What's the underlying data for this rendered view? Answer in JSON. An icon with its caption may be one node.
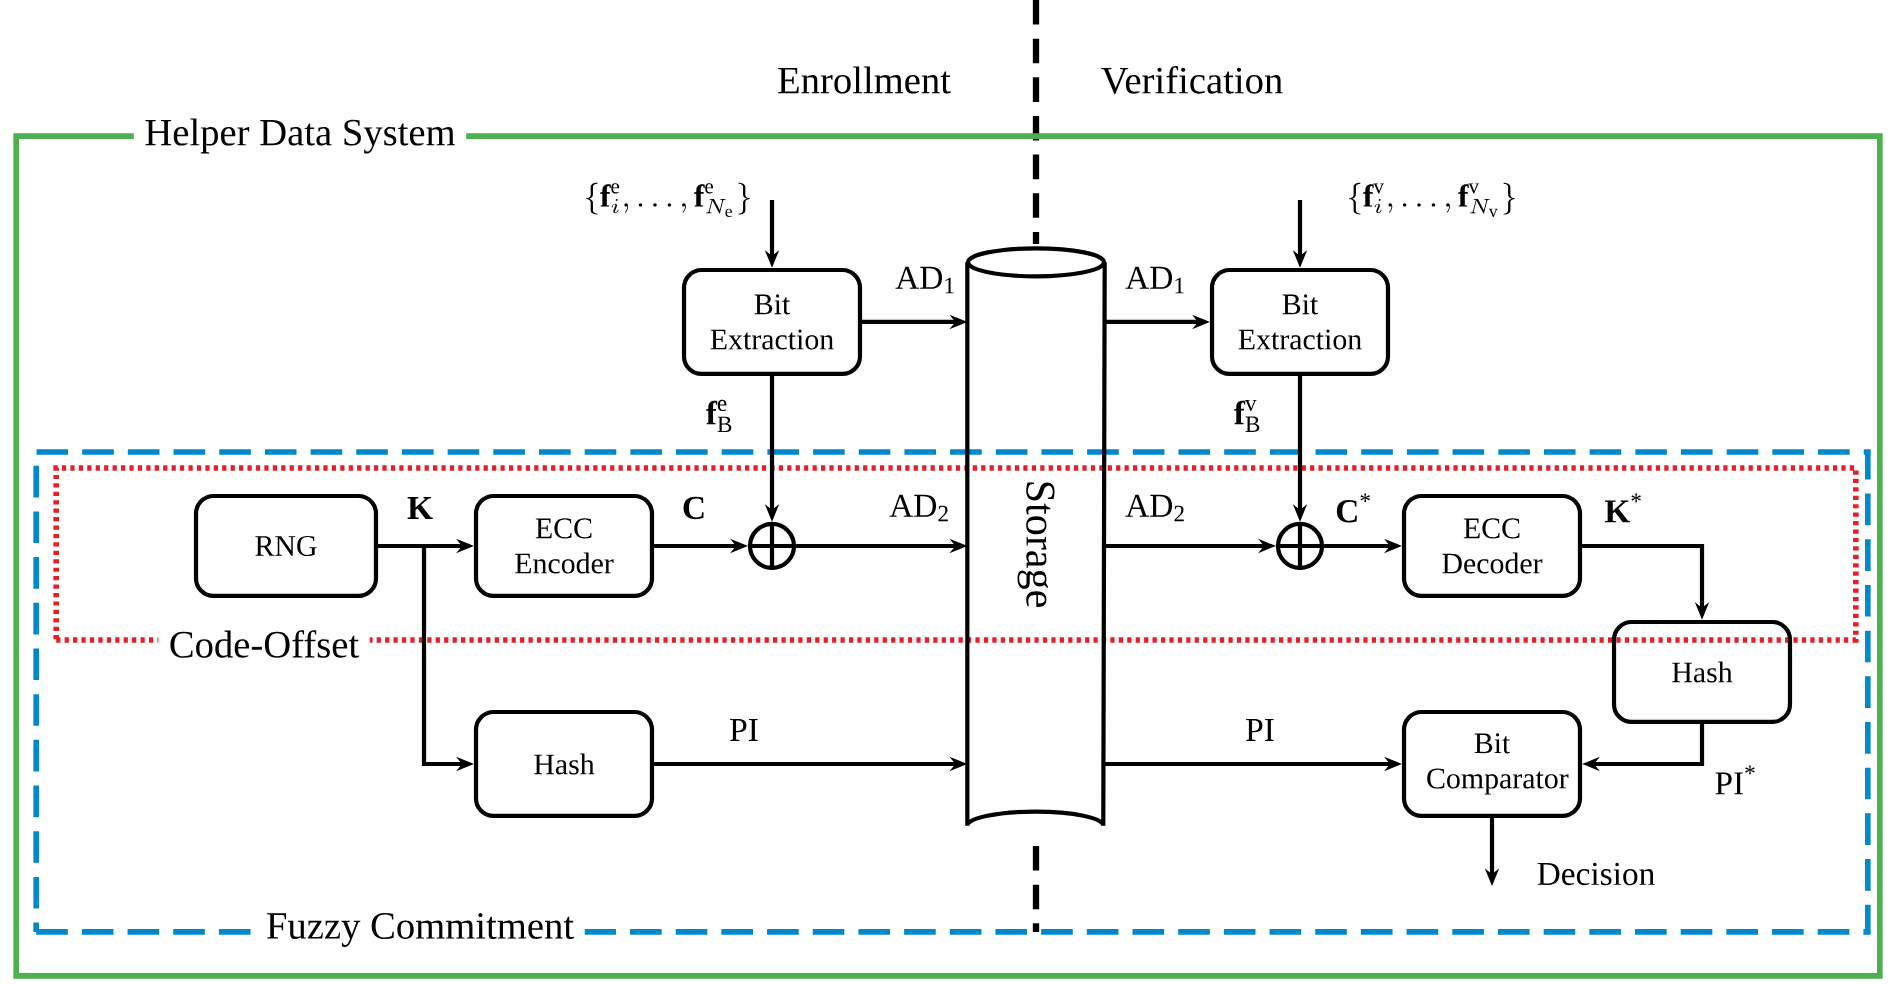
{
  "diagram": {
    "nodes": [
      {
        "text": [
          "Helper Data System"
        ]
      },
      {
        "text": [
          "Fuzzy Commitment"
        ],
        "in": 0
      },
      {
        "text": [
          "Code-Offset"
        ],
        "in": 1
      },
      {
        "text": [
          "\\{\\mathbf{f}_i^{\\mathrm{e}},\\ldots,\\mathbf{f}_{N_{\\mathrm{e}}}^{\\mathrm{e}}\\}"
        ],
        "in": 0
      },
      {
        "text": [
          "Bit Extraction"
        ],
        "in": 0
      },
      {
        "text": [
          "Storage"
        ],
        "in": 0
      },
      {
        "text": [
          "\\{\\mathbf{f}_i^{\\mathrm{v}},\\ldots,\\mathbf{f}_{N_{\\mathrm{v}}}^{\\mathrm{v}}\\}"
        ],
        "in": 0
      },
      {
        "text": [
          "Bit Extraction"
        ],
        "in": 0
      },
      {
        "text": [
          "RNG"
        ],
        "in": 2
      },
      {
        "text": [
          "ECC Encoder"
        ],
        "in": 2
      },
      {
        "text": [],
        "shape": "circle",
        "in": 2
      },
      {
        "text": [],
        "shape": "circle",
        "in": 2
      },
      {
        "text": [
          "ECC Decoder"
        ],
        "in": 2
      },
      {
        "text": [
          "Hash"
        ],
        "in": 1
      },
      {
        "text": [
          "Hash"
        ],
        "in": 1
      },
      {
        "text": [
          "Bit Comparator"
        ],
        "in": 1
      }
    ],
    "edges": [
      {
        "from": 3,
        "to": 4,
        "arrow": "to"
      },
      {
        "from": 4,
        "to": 5,
        "arrow": "to",
        "label": "AD$_{1}$"
      },
      {
        "from": 4,
        "to": 10,
        "arrow": "to",
        "label": "\\mathbf{f}_{\\mathrm{B}}^{\\mathrm{e}}"
      },
      {
        "from": 8,
        "to": 9,
        "arrow": "to",
        "label": "**K**"
      },
      {
        "from": 8,
        "to": 14,
        "arrow": "to"
      },
      {
        "from": 9,
        "to": 10,
        "arrow": "to",
        "label": "**C**"
      },
      {
        "from": 10,
        "to": 5,
        "arrow": "to",
        "label": "AD$_{2}$"
      },
      {
        "from": 14,
        "to": 5,
        "arrow": "to",
        "label": "PI"
      },
      {
        "from": 5,
        "to": 7,
        "arrow": "to",
        "label": "AD$_{1}$"
      },
      {
        "from": 6,
        "to": 7,
        "arrow": "to"
      },
      {
        "from": 7,
        "to": 11,
        "arrow": "to",
        "label": "\\mathbf{f}_{\\mathrm{B}}^{\\mathrm{v}}"
      },
      {
        "from": 5,
        "to": 11,
        "arrow": "to",
        "label": "AD$_{2}$"
      },
      {
        "from": 11,
        "to": 12,
        "arrow": "to",
        "label": "**C**$^{*}$"
      },
      {
        "from": 12,
        "to": 13,
        "arrow": "to",
        "label": "**K**$^{*}$"
      },
      {
        "from": 5,
        "to": 15,
        "arrow": "to",
        "label": "PI"
      },
      {
        "from": 13,
        "to": 15,
        "arrow": "to",
        "label": "PI$^{*}$"
      },
      {
        "from": 15,
        "to": null,
        "arrow": "to",
        "label": "Decision"
      }
    ],
    "labels": [
      "Enrollment",
      "Verification"
    ]
  }
}
